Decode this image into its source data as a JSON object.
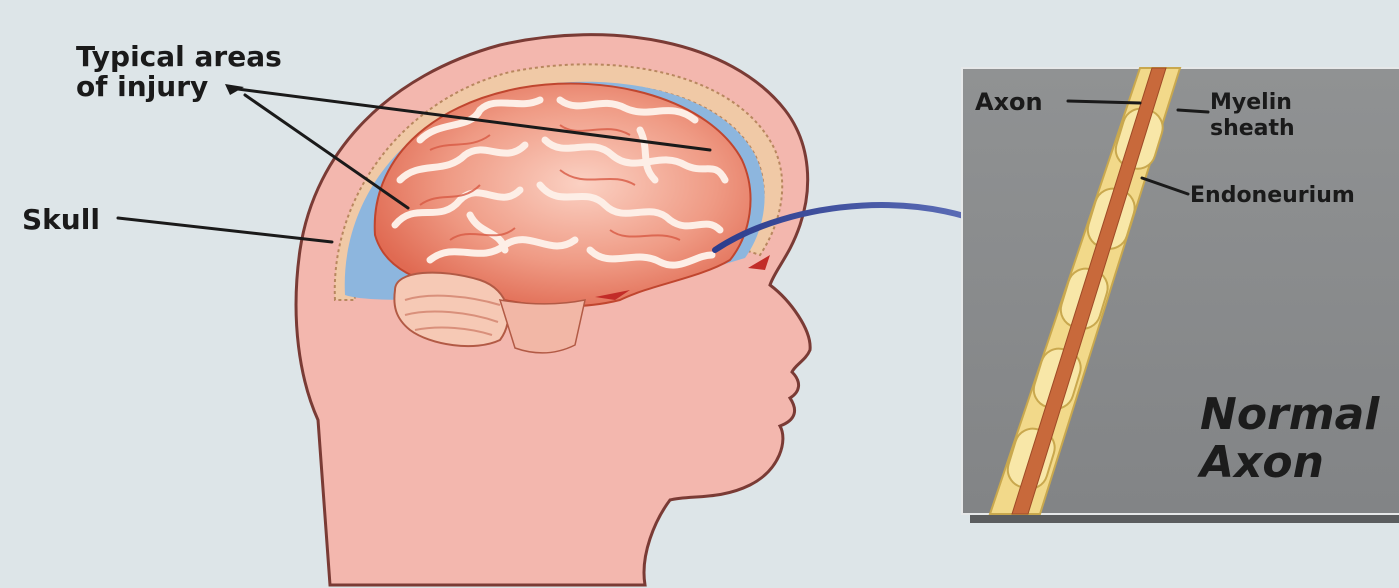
{
  "labels": {
    "injury_l1": "Typical areas",
    "injury_l2": "of injury",
    "skull": "Skull",
    "axon": "Axon",
    "myelin_l1": "Myelin",
    "myelin_l2": "sheath",
    "endoneurium": "Endoneurium",
    "normal_l1": "Normal",
    "normal_l2": "Axon"
  },
  "colors": {
    "background": "#dde5e8",
    "skin": "#f2b6ae",
    "skin_outline": "#7a3b35",
    "csf": "#8db6de",
    "brain": "#e9846f",
    "gyri": "#fbe8df",
    "panel": "#8b8d8e",
    "axon_core": "#c8693b",
    "myelin": "#f2d98a",
    "arrow": "#2d3f8f"
  }
}
